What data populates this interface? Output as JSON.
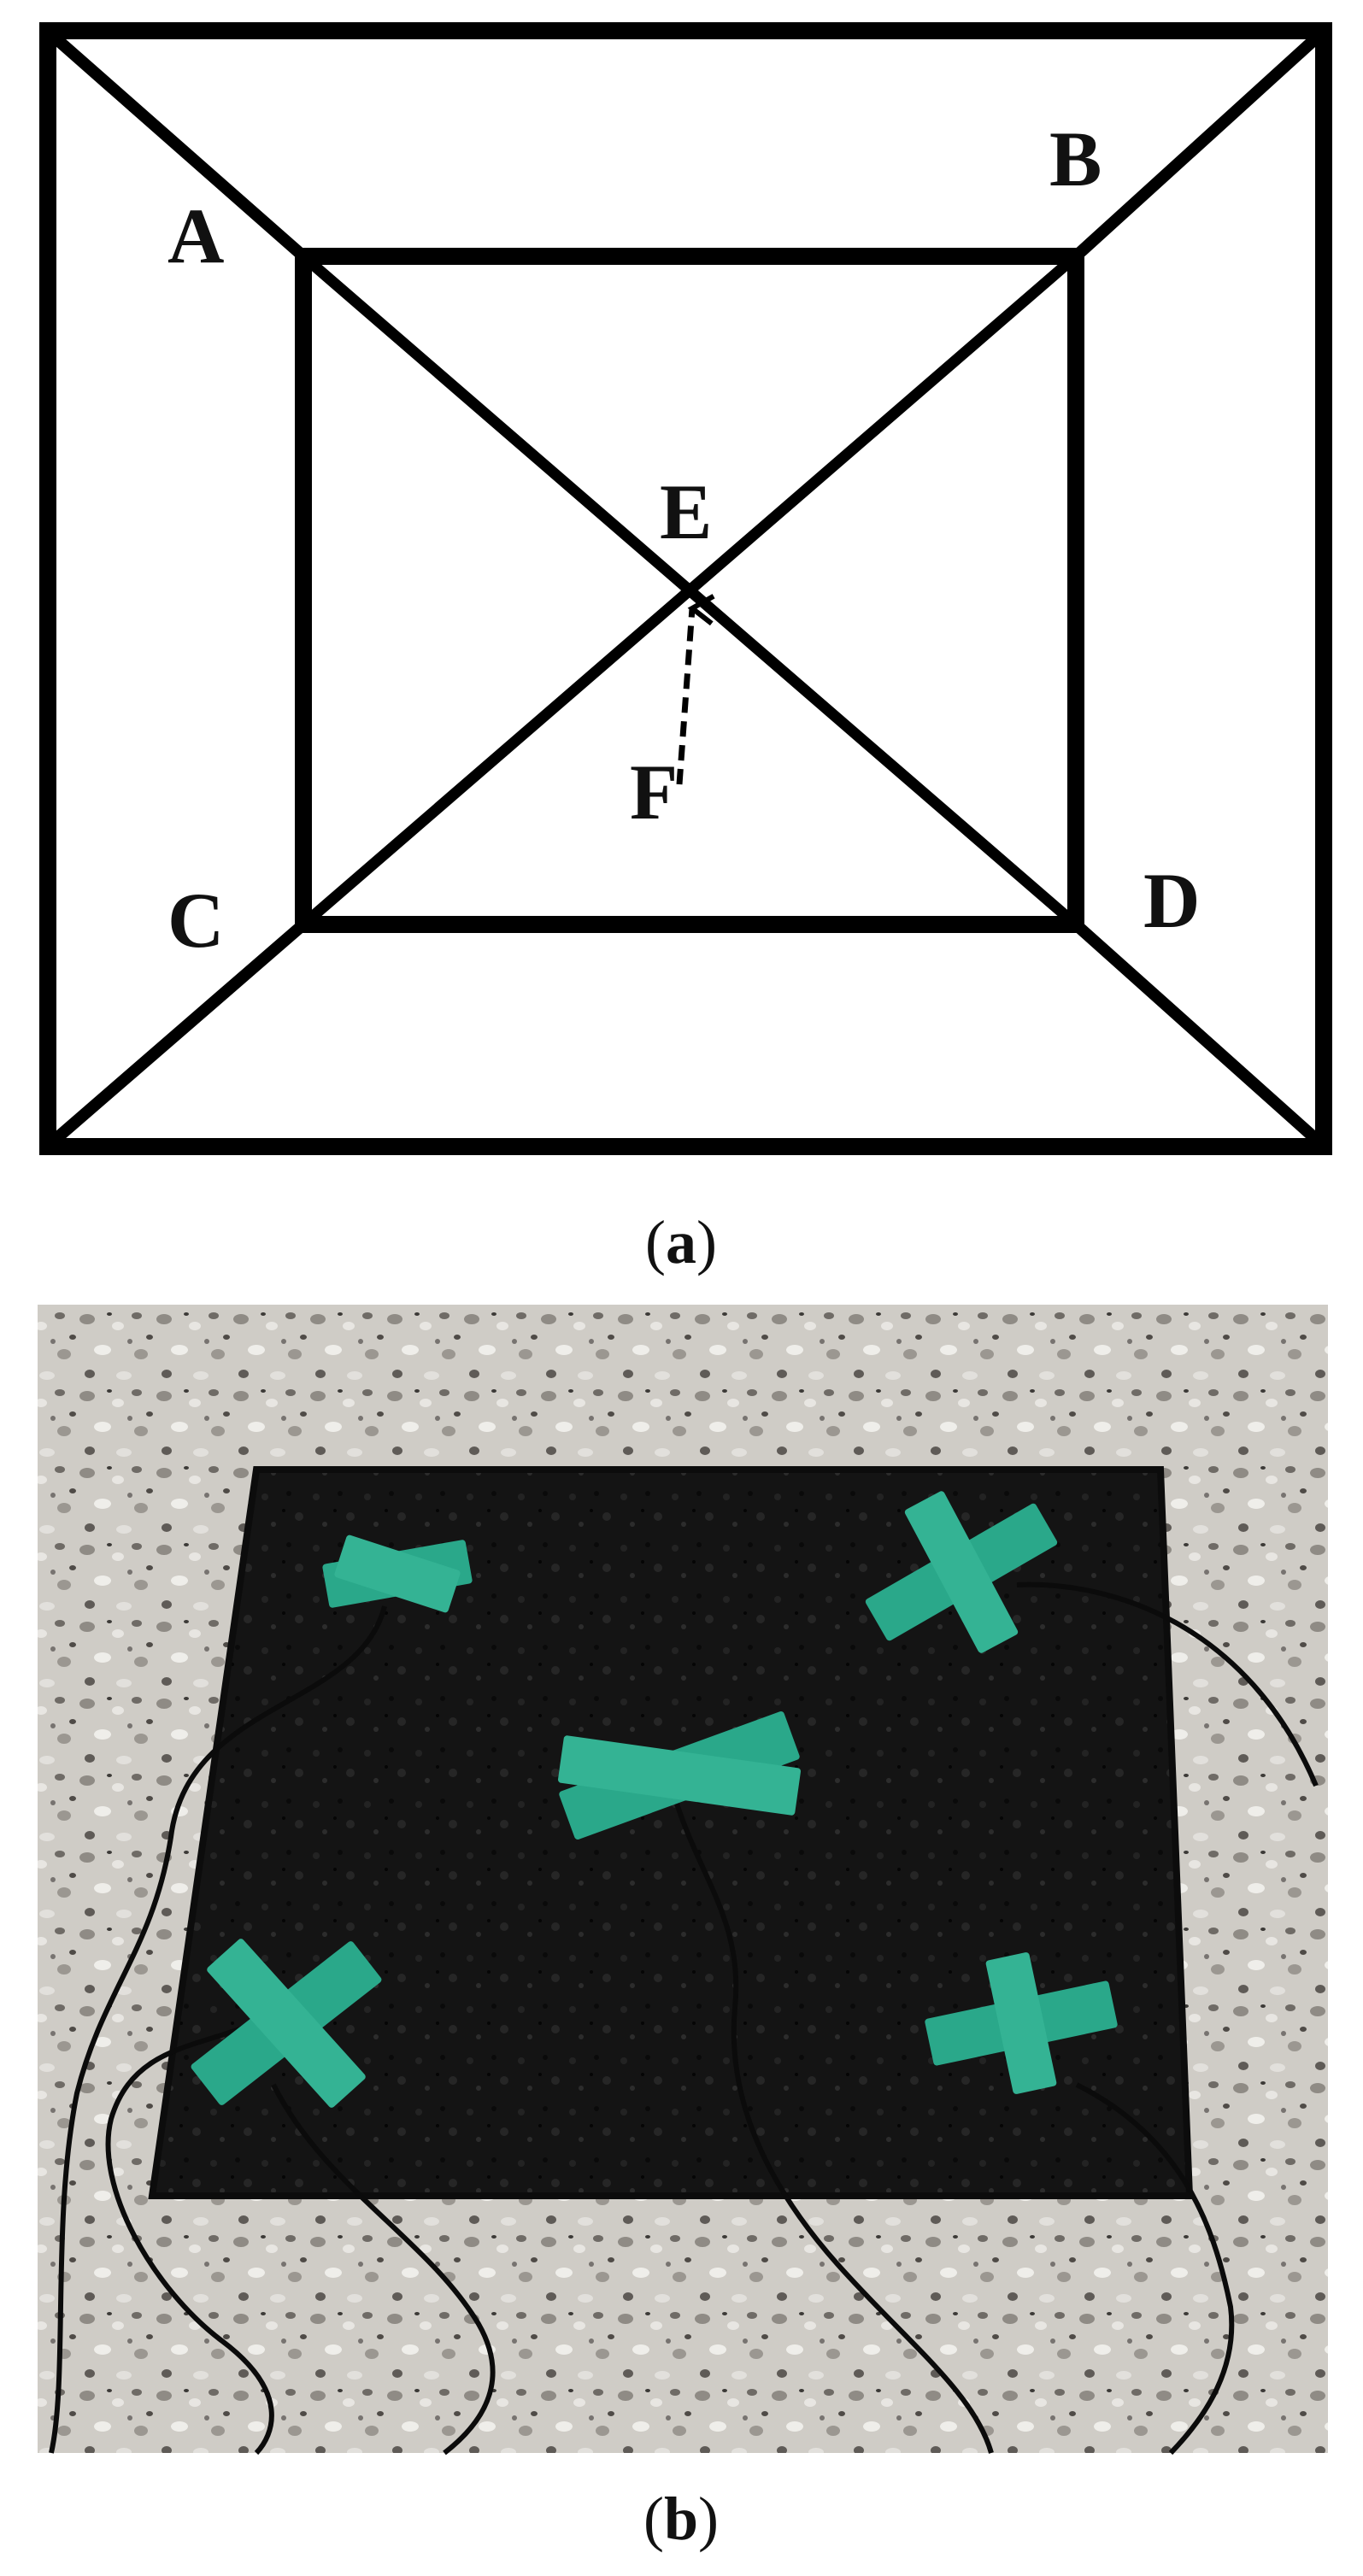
{
  "panel_a": {
    "points": {
      "A": "A",
      "B": "B",
      "C": "C",
      "D": "D",
      "E": "E",
      "F": "F"
    },
    "caption": {
      "open": "(",
      "letter": "a",
      "close": ")"
    }
  },
  "panel_b": {
    "caption": {
      "open": "(",
      "letter": "b",
      "close": ")"
    }
  },
  "colors": {
    "line": "#000000",
    "asphalt": "#151515",
    "tape": "#2aa88a",
    "floor": "#c9c6c0"
  }
}
